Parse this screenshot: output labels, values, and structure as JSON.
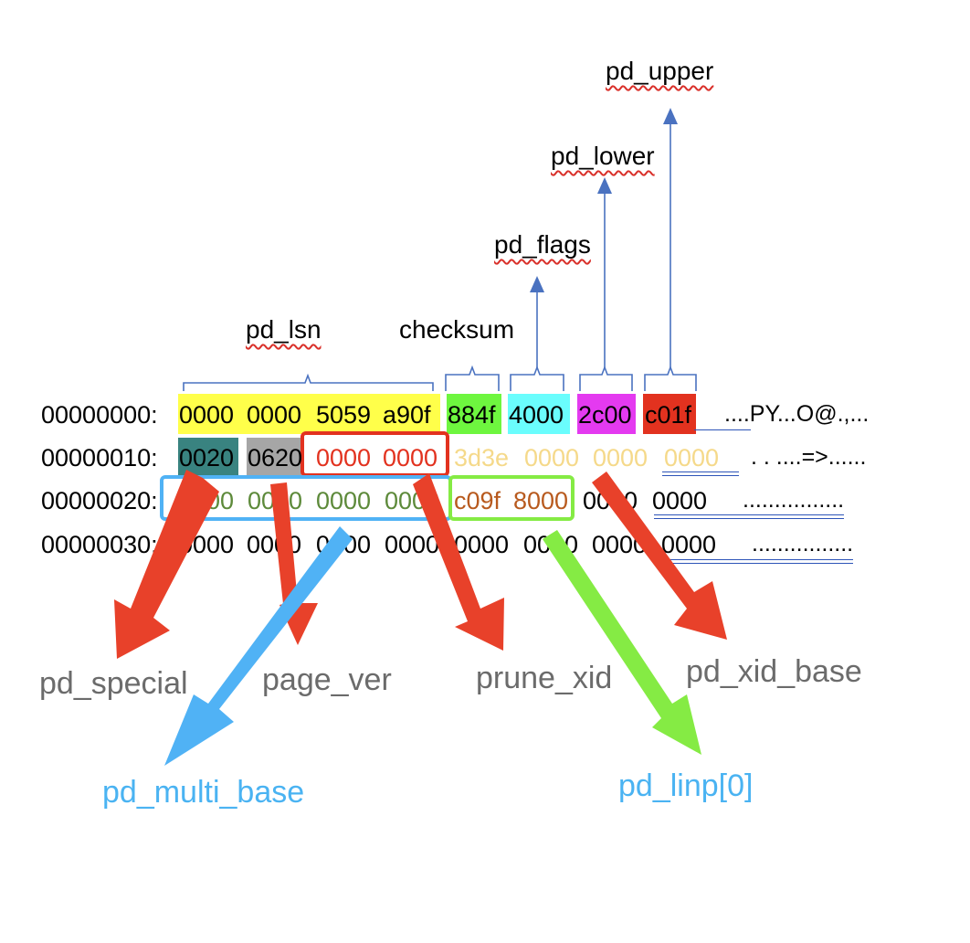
{
  "field_labels": {
    "pd_lsn": "pd_lsn",
    "checksum": "checksum",
    "pd_flags": "pd_flags",
    "pd_lower": "pd_lower",
    "pd_upper": "pd_upper"
  },
  "rows": [
    {
      "offset": "00000000:",
      "hex": [
        "0000",
        "0000",
        "5059",
        "a90f",
        "884f",
        "4000",
        "2c00",
        "c01f"
      ],
      "ascii": "....PY...O@.,..."
    },
    {
      "offset": "00000010:",
      "hex": [
        "0020",
        "0620",
        "0000",
        "0000",
        "3d3e",
        "0000",
        "0000",
        "0000"
      ],
      "ascii": ". . ....=>......"
    },
    {
      "offset": "00000020:",
      "hex": [
        "0000",
        "0000",
        "0000",
        "0000",
        "c09f",
        "8000",
        "0000",
        "0000"
      ],
      "ascii": "................"
    },
    {
      "offset": "00000030:",
      "hex": [
        "0000",
        "0000",
        "0000",
        "0000",
        "0000",
        "0000",
        "0000",
        "0000"
      ],
      "ascii": "................"
    }
  ],
  "bottom_labels": {
    "pd_special": "pd_special",
    "page_ver": "page_ver",
    "prune_xid": "prune_xid",
    "pd_xid_base": "pd_xid_base",
    "pd_multi_base": "pd_multi_base",
    "pd_linp": "pd_linp[0]"
  },
  "colors": {
    "lsn_yellow": "#ffff4a",
    "checksum_green": "#6ef63f",
    "flags_cyan": "#6afdfd",
    "lower_magenta": "#e43af0",
    "upper_red": "#e2321f",
    "special_teal": "#398380",
    "pagever_gray": "#a6a6a6",
    "red_text": "#e2321f",
    "xidbase_text": "#f5d98a",
    "olive_text": "#5d8a3a",
    "brown_text": "#b85a1e",
    "gray_label": "#6b6b6b",
    "blue_label": "#4ab3f2",
    "arrow_red": "#e8412a",
    "arrow_blue": "#50b2f5",
    "arrow_green": "#85eb44",
    "line_blue": "#4a72c0"
  }
}
